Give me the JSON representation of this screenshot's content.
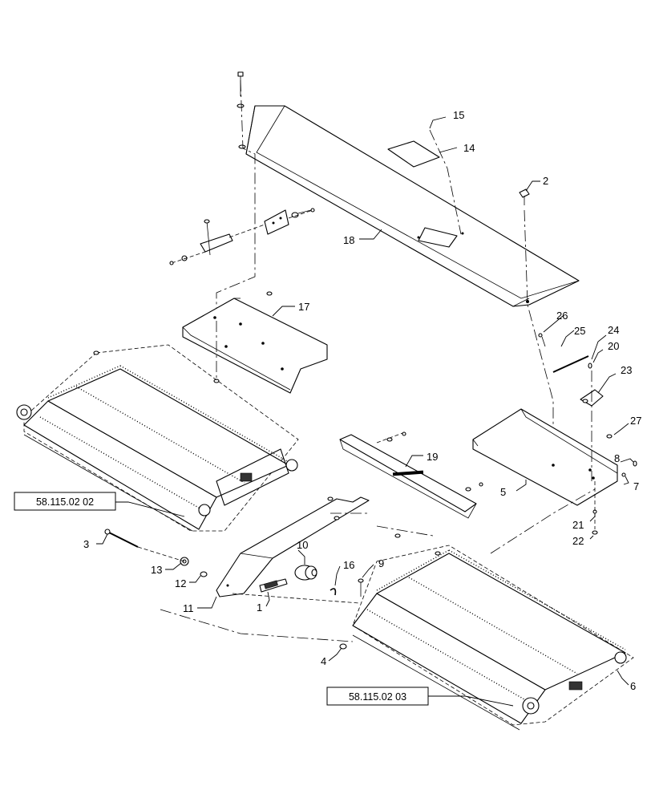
{
  "callouts": {
    "c1": "1",
    "c2": "2",
    "c3": "3",
    "c4": "4",
    "c5": "5",
    "c6": "6",
    "c7": "7",
    "c8": "8",
    "c9": "9",
    "c10": "10",
    "c11": "11",
    "c12": "12",
    "c13": "13",
    "c14": "14",
    "c15": "15",
    "c16": "16",
    "c17": "17",
    "c18": "18",
    "c19": "19",
    "c20": "20",
    "c21": "21",
    "c22": "22",
    "c23": "23",
    "c24": "24",
    "c25": "25",
    "c26": "26",
    "c27": "27"
  },
  "references": {
    "left_assembly": "58.115.02 02",
    "right_assembly": "58.115.02 03"
  }
}
